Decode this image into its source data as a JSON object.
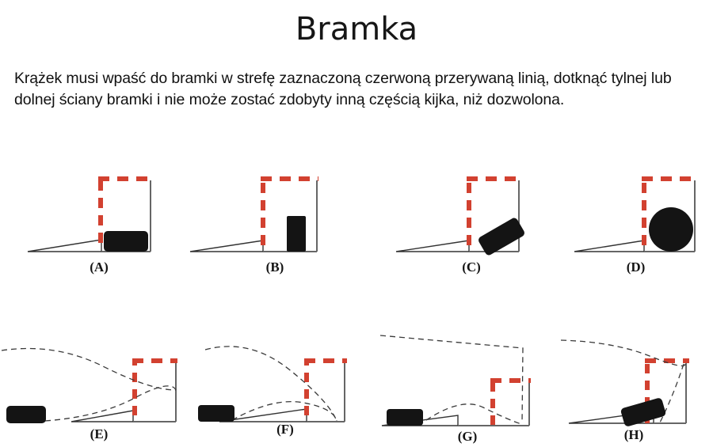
{
  "page": {
    "title": "Bramka",
    "rule_text": "Krążek musi wpaść do bramki w strefę zaznaczoną czerwoną przerywaną linią, dotknąć tylnej lub dolnej ściany bramki i nie może zostać zdobyty inną częścią kijka, niż dozwolona."
  },
  "colors": {
    "red_dashed": "#D24130",
    "goal_frame": "#666666",
    "ramp_outline": "#333333",
    "puck": "#141414",
    "trajectory": "#3a3a3a",
    "background": "#FFFFFF"
  },
  "figures": [
    {
      "id": "A",
      "label": "(A)",
      "puck_shape": "rounded-rectangle-flat",
      "puck_orientation": "horizontal",
      "in_zone": true,
      "has_trajectory": false
    },
    {
      "id": "B",
      "label": "(B)",
      "puck_shape": "rectangle-upright",
      "puck_orientation": "vertical",
      "in_zone": true,
      "has_trajectory": false
    },
    {
      "id": "C",
      "label": "(C)",
      "puck_shape": "rounded-rectangle-tilted",
      "puck_orientation": "tilted",
      "in_zone": true,
      "has_trajectory": false
    },
    {
      "id": "D",
      "label": "(D)",
      "puck_shape": "circle",
      "puck_orientation": "on-edge",
      "in_zone": true,
      "has_trajectory": false
    },
    {
      "id": "E",
      "label": "(E)",
      "puck_shape": "rounded-rectangle-flat",
      "puck_orientation": "horizontal",
      "in_zone": false,
      "has_trajectory": true,
      "trajectory_count": 2
    },
    {
      "id": "F",
      "label": "(F)",
      "puck_shape": "rounded-rectangle-flat",
      "puck_orientation": "horizontal",
      "in_zone": false,
      "has_trajectory": true,
      "trajectory_count": 2
    },
    {
      "id": "G",
      "label": "(G)",
      "puck_shape": "rounded-rectangle-flat",
      "puck_orientation": "horizontal",
      "in_zone": false,
      "has_trajectory": true,
      "trajectory_count": 2
    },
    {
      "id": "H",
      "label": "(H)",
      "puck_shape": "rounded-rectangle-tilted",
      "puck_orientation": "tilted",
      "in_zone": true,
      "has_trajectory": true,
      "trajectory_count": 2
    }
  ]
}
